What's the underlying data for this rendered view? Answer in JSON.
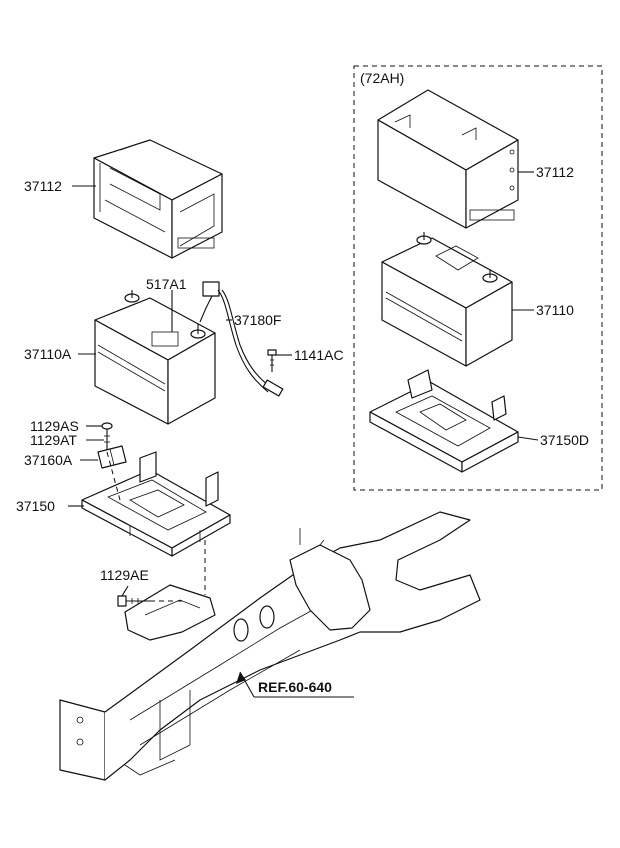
{
  "diagram": {
    "variant_box_label": "(72AH)",
    "ref_label": "REF.60-640",
    "callouts": {
      "tray_cover_left": "37112",
      "battery_sensor": "517A1",
      "cable_negative": "37180F",
      "battery_left": "37110A",
      "bolt_cable": "1141AC",
      "bolt_as": "1129AS",
      "bolt_at": "1129AT",
      "clamp": "37160A",
      "tray_left": "37150",
      "bolt_ae": "1129AE",
      "tray_cover_right": "37112",
      "battery_right": "37110",
      "tray_right": "37150D"
    }
  }
}
